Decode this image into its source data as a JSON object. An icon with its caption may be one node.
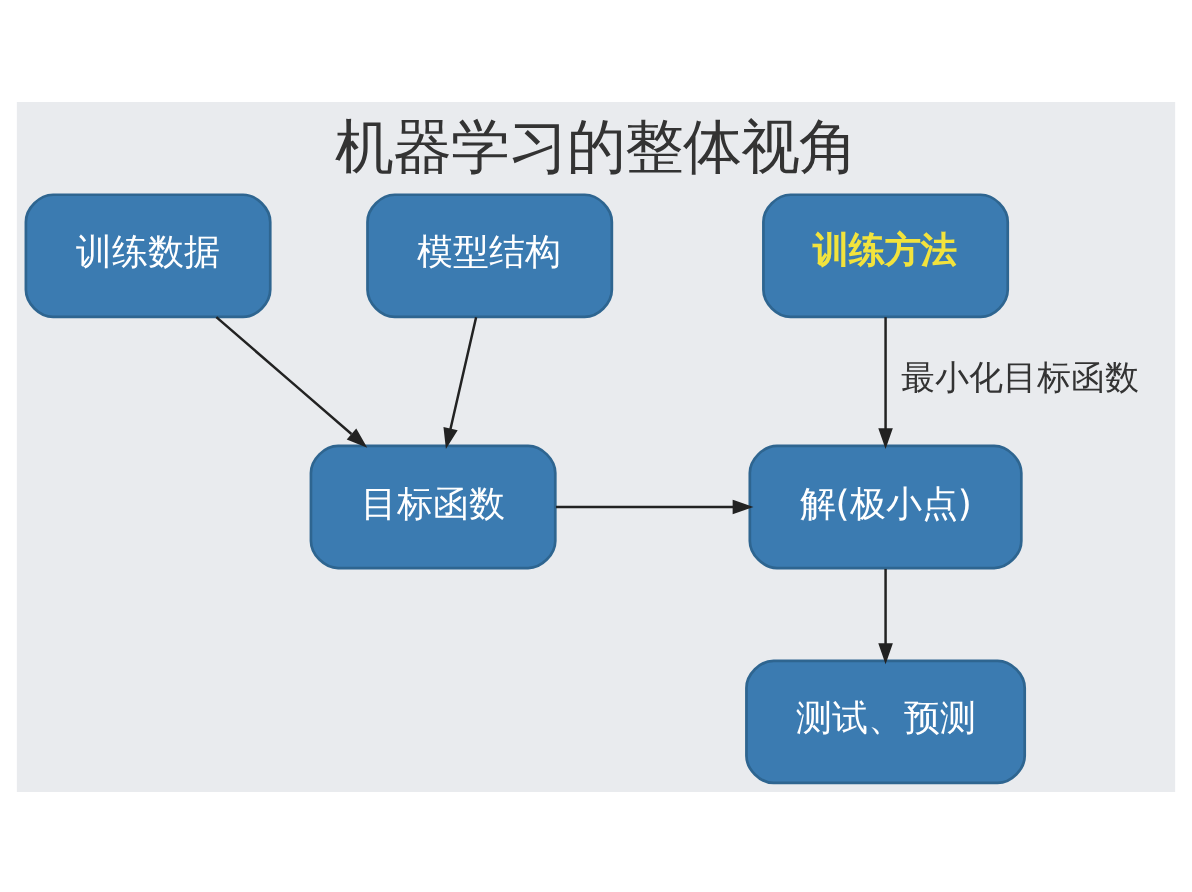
{
  "diagram": {
    "title": "机器学习的整体视角",
    "nodes": [
      {
        "text": [
          "训练数据"
        ]
      },
      {
        "text": [
          "模型结构"
        ]
      },
      {
        "text": [
          "训练方法"
        ]
      },
      {
        "text": [
          "目标函数"
        ]
      },
      {
        "text": [
          "解(极小点)"
        ]
      },
      {
        "text": [
          "测试、预测"
        ]
      }
    ],
    "edges": [
      {
        "from": 0,
        "to": 3,
        "arrow": "to"
      },
      {
        "from": 1,
        "to": 3,
        "arrow": "to"
      },
      {
        "from": 3,
        "to": 4,
        "arrow": "to"
      },
      {
        "from": 2,
        "to": 4,
        "arrow": "to",
        "label": "最小化目标函数"
      },
      {
        "from": 4,
        "to": 5,
        "arrow": "to"
      }
    ]
  }
}
